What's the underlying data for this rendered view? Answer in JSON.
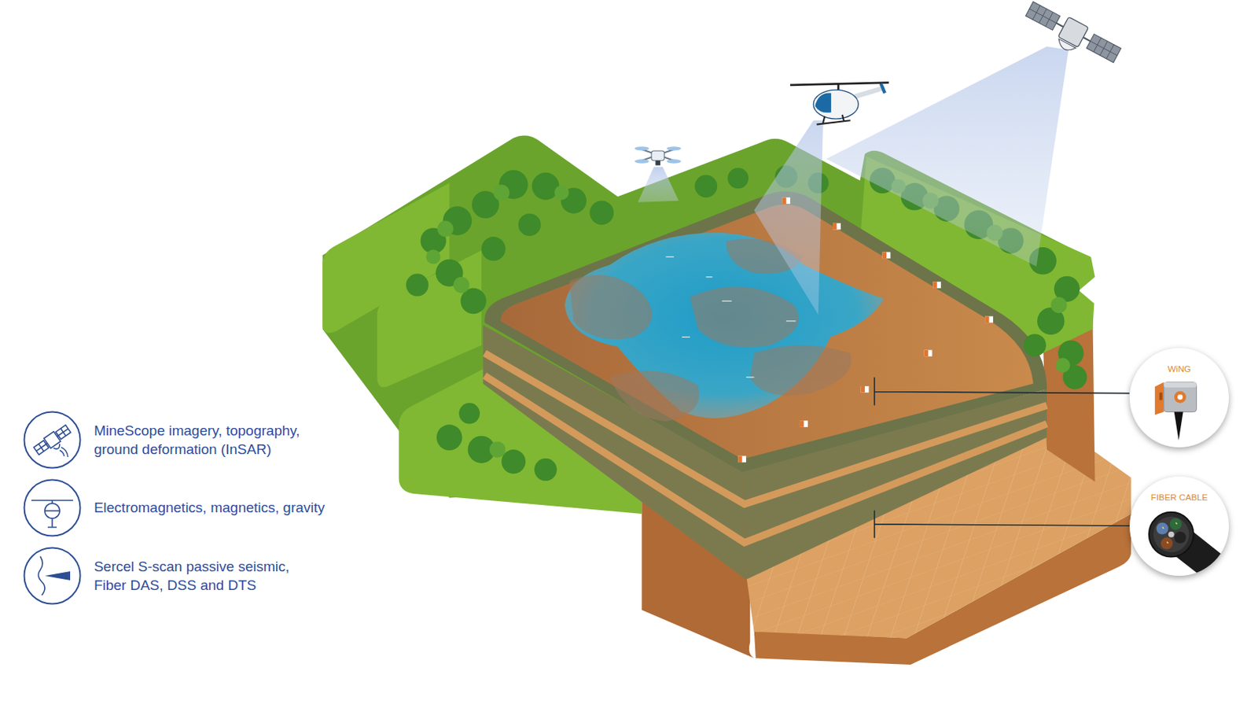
{
  "diagram": {
    "nodes": [
      {
        "text": [
          "WiNG"
        ]
      },
      {
        "text": [
          "FIBER CABLE"
        ]
      }
    ],
    "legend": [
      {
        "text": "MineScope imagery, topography, ground deformation (InSAR)"
      },
      {
        "text": "Electromagnetics, magnetics, gravity"
      },
      {
        "text": "Sercel S-scan passive seismic, Fiber DAS, DSS and DTS"
      }
    ]
  }
}
